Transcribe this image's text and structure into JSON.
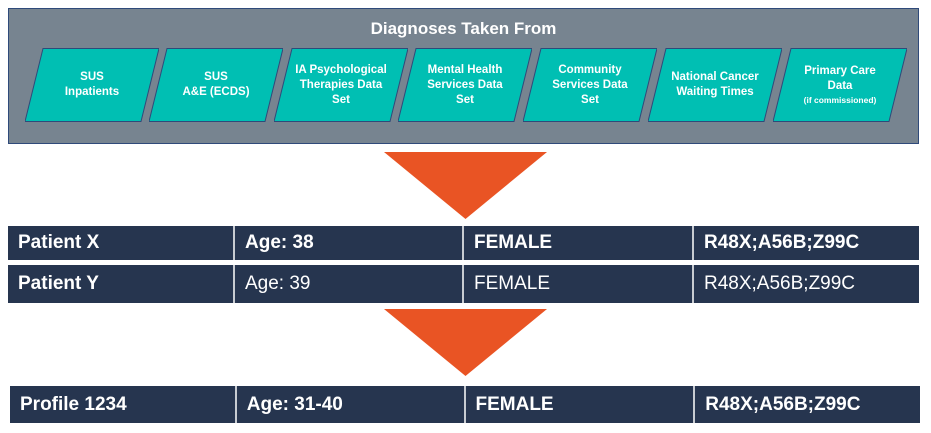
{
  "title": "Diagnoses Taken From",
  "colors": {
    "panel_bg": "#778490",
    "source_fill": "#00bfb3",
    "arrow": "#e95424",
    "row_bg": "#26354f",
    "text": "#ffffff"
  },
  "sources": [
    {
      "line1": "SUS",
      "line2": "Inpatients",
      "line3": "",
      "note": ""
    },
    {
      "line1": "SUS",
      "line2": "A&E (ECDS)",
      "line3": "",
      "note": ""
    },
    {
      "line1": "IA Psychological",
      "line2": "Therapies Data",
      "line3": "Set",
      "note": ""
    },
    {
      "line1": "Mental Health",
      "line2": "Services Data",
      "line3": "Set",
      "note": ""
    },
    {
      "line1": "Community",
      "line2": "Services Data",
      "line3": "Set",
      "note": ""
    },
    {
      "line1": "National Cancer",
      "line2": "Waiting Times",
      "line3": "",
      "note": ""
    },
    {
      "line1": "Primary Care",
      "line2": "Data",
      "line3": "",
      "note": "(if commissioned)"
    }
  ],
  "patients": [
    {
      "name": "Patient X",
      "age": "Age: 38",
      "sex": "FEMALE",
      "codes": "R48X;A56B;Z99C"
    },
    {
      "name": "Patient Y",
      "age": "Age: 39",
      "sex": "FEMALE",
      "codes": "R48X;A56B;Z99C"
    }
  ],
  "profile": {
    "name": "Profile 1234",
    "age": "Age: 31-40",
    "sex": "FEMALE",
    "codes": "R48X;A56B;Z99C"
  },
  "icons": {
    "flow_arrow": "down-triangle-arrow"
  }
}
